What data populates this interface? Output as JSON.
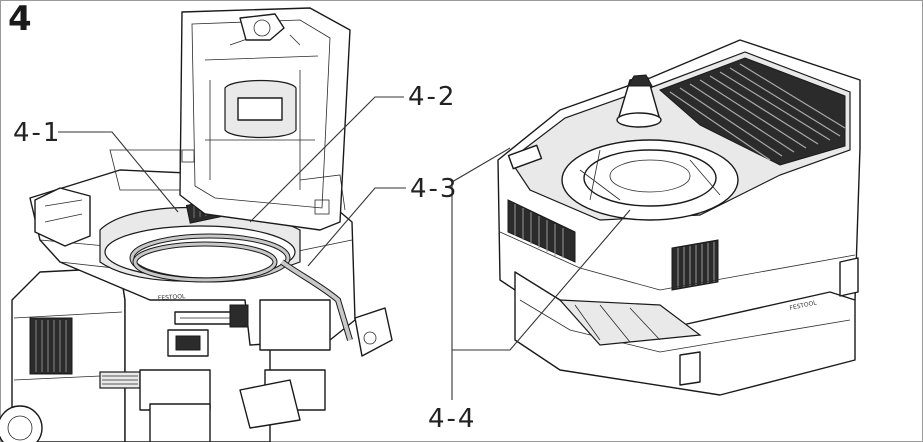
{
  "figure": {
    "number": "4"
  },
  "callouts": [
    {
      "id": "4-1",
      "label": "4-1"
    },
    {
      "id": "4-2",
      "label": "4-2"
    },
    {
      "id": "4-3",
      "label": "4-3"
    },
    {
      "id": "4-4",
      "label": "4-4"
    }
  ],
  "brand_marks": {
    "left_unit": "FESTOOL",
    "right_unit": "FESTOOL"
  },
  "colors": {
    "line": "#1a1a1a",
    "frame": "#9a9a9a",
    "hose_fill": "#c8c8c8",
    "shading": "#e9e9e9"
  }
}
